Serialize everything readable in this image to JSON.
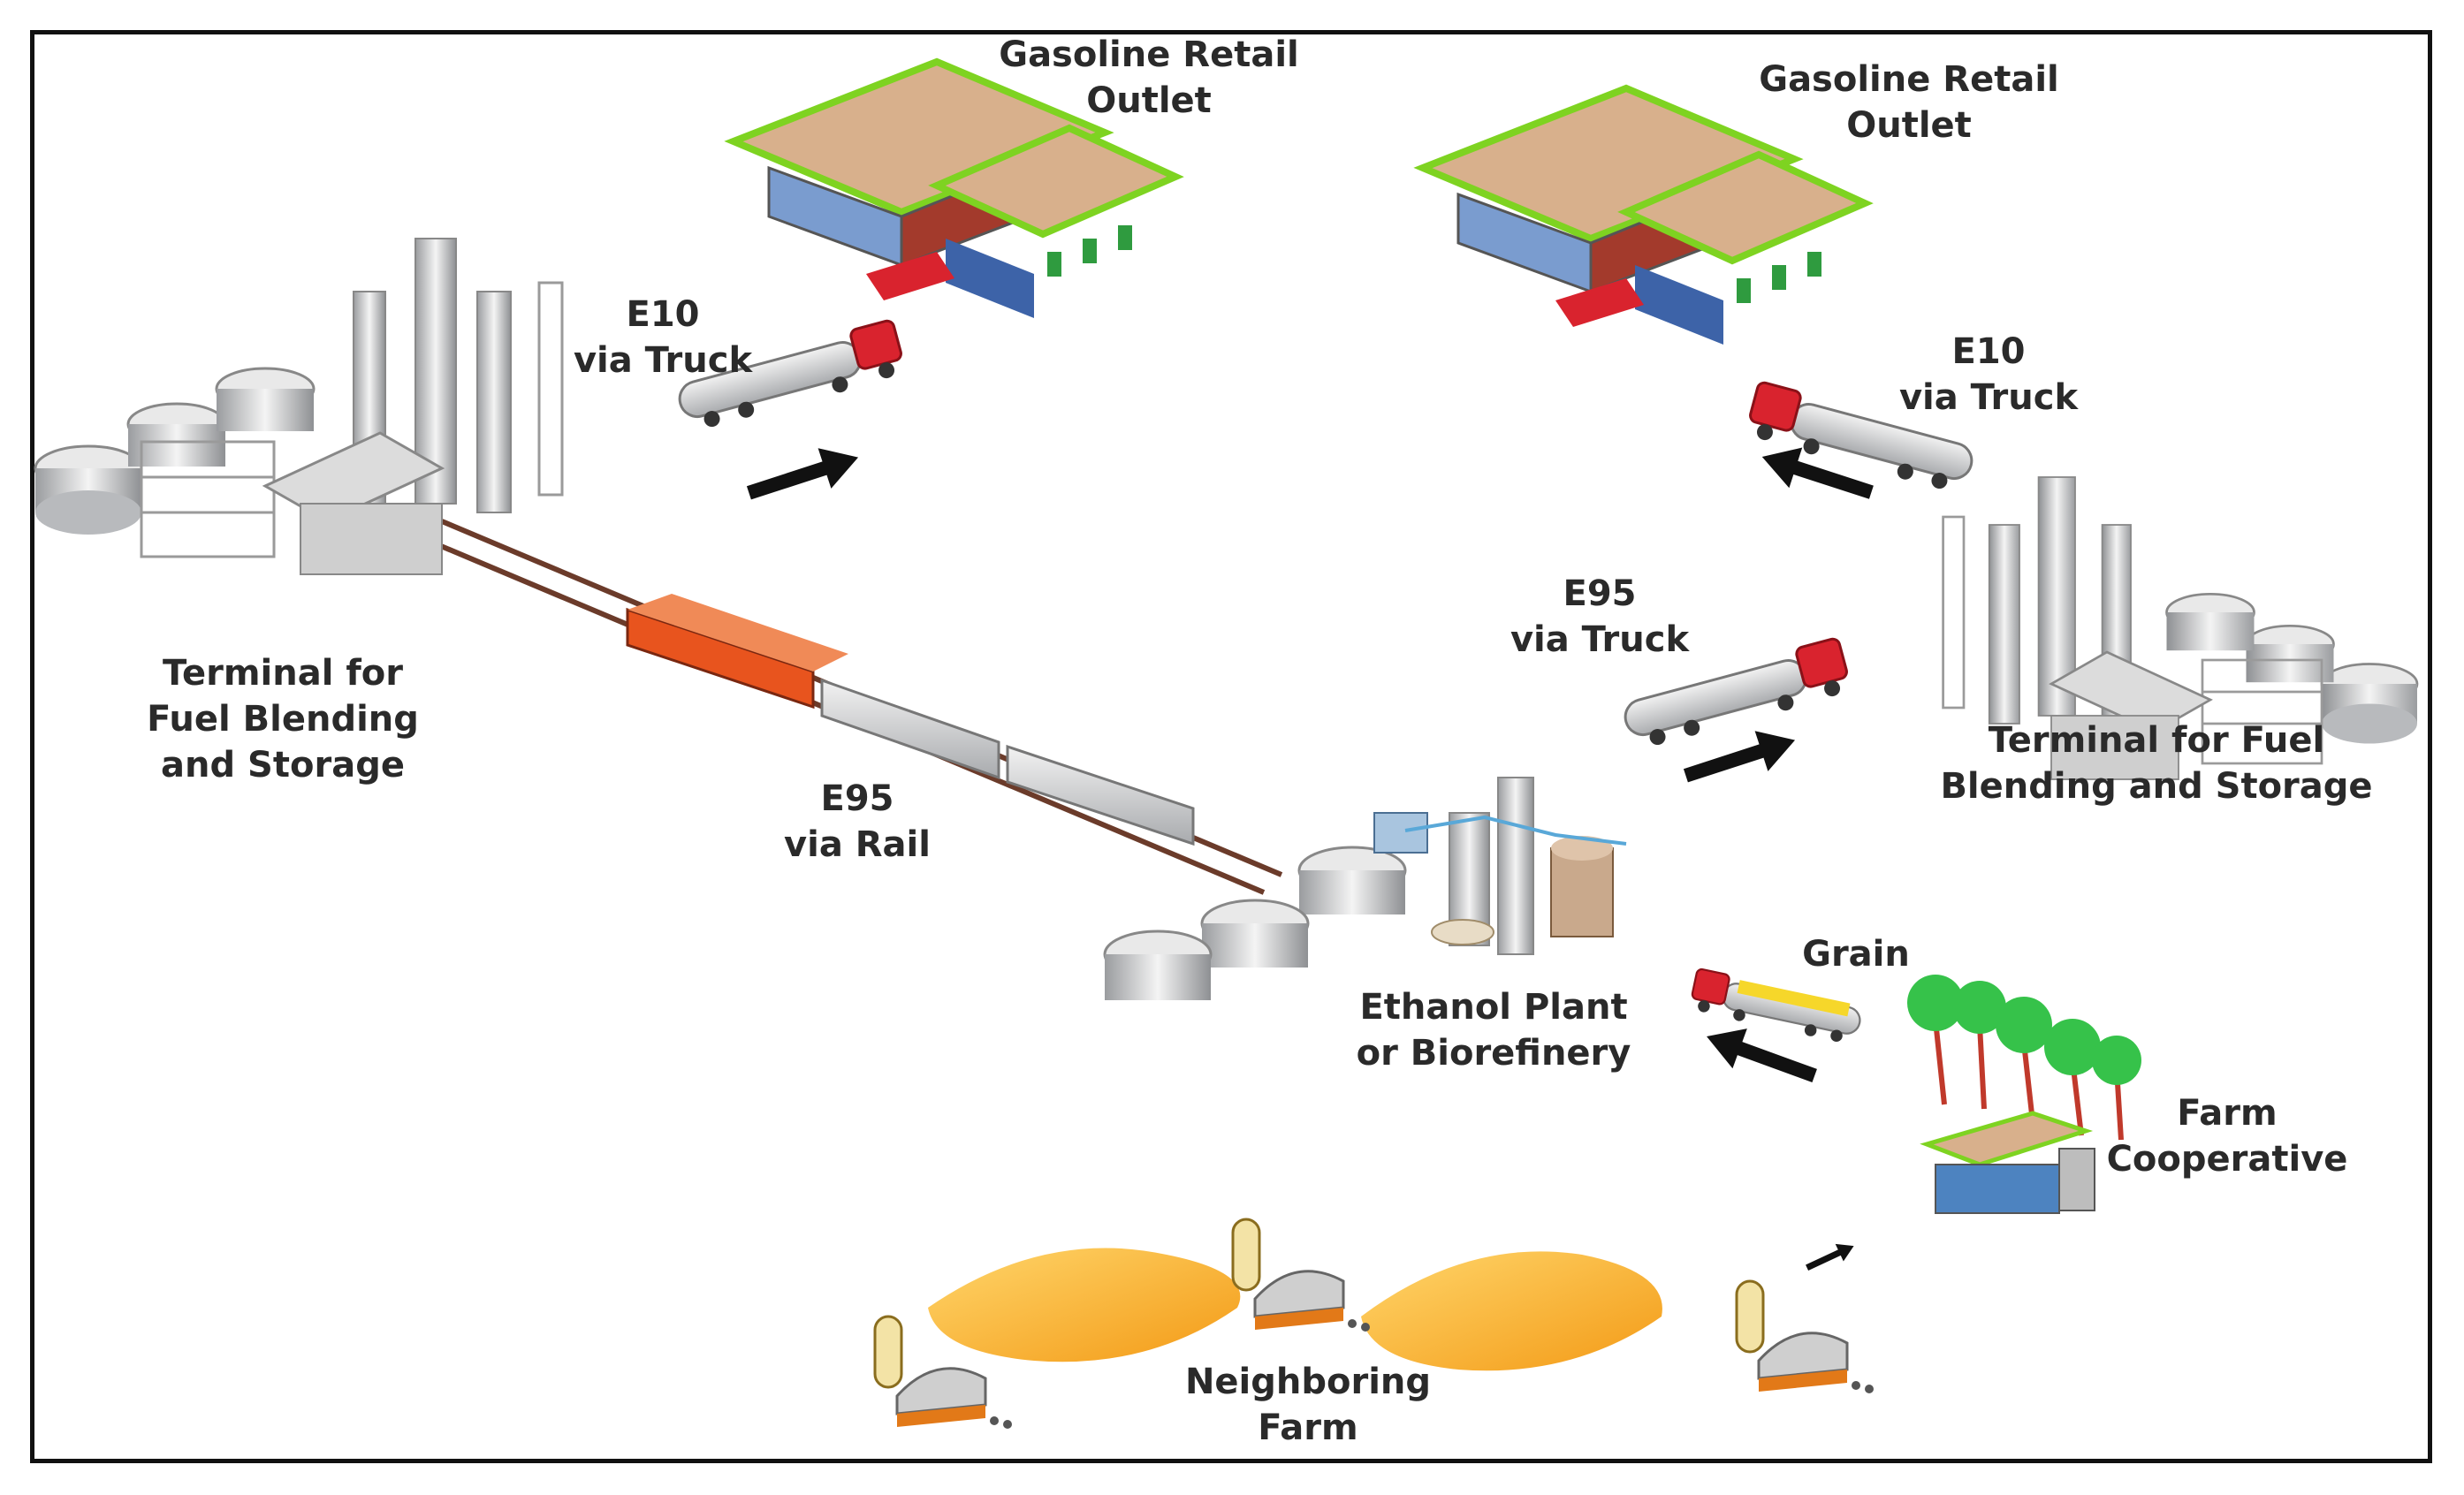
{
  "labels": {
    "gasoline_retail_left": [
      "Gasoline Retail",
      "Outlet"
    ],
    "gasoline_retail_right": [
      "Gasoline Retail",
      "Outlet"
    ],
    "e10_truck_left": [
      "E10",
      "via Truck"
    ],
    "e10_truck_right": [
      "E10",
      "via Truck"
    ],
    "terminal_left": [
      "Terminal for",
      "Fuel Blending",
      "and Storage"
    ],
    "terminal_right": [
      "Terminal for Fuel",
      "Blending and Storage"
    ],
    "e95_rail": [
      "E95",
      "via Rail"
    ],
    "e95_truck": [
      "E95",
      "via Truck"
    ],
    "ethanol_plant": [
      "Ethanol Plant",
      "or Biorefinery"
    ],
    "grain": "Grain",
    "farm_coop": [
      "Farm",
      "Cooperative"
    ],
    "neighboring_farm": [
      "Neighboring",
      "Farm"
    ]
  },
  "colors": {
    "frame": "#111111",
    "roof": "#d8b08c",
    "roof_edge": "#7ed321",
    "station_wall": "#a33a2c",
    "window": "#3d63a8",
    "truck_cab": "#d9232e",
    "tank": "#c9cacc",
    "train_engine": "#e8541e",
    "field": "#f6b22a",
    "arrow": "#111111",
    "tree": "#36c24a",
    "tree_trunk": "#c0392b"
  }
}
